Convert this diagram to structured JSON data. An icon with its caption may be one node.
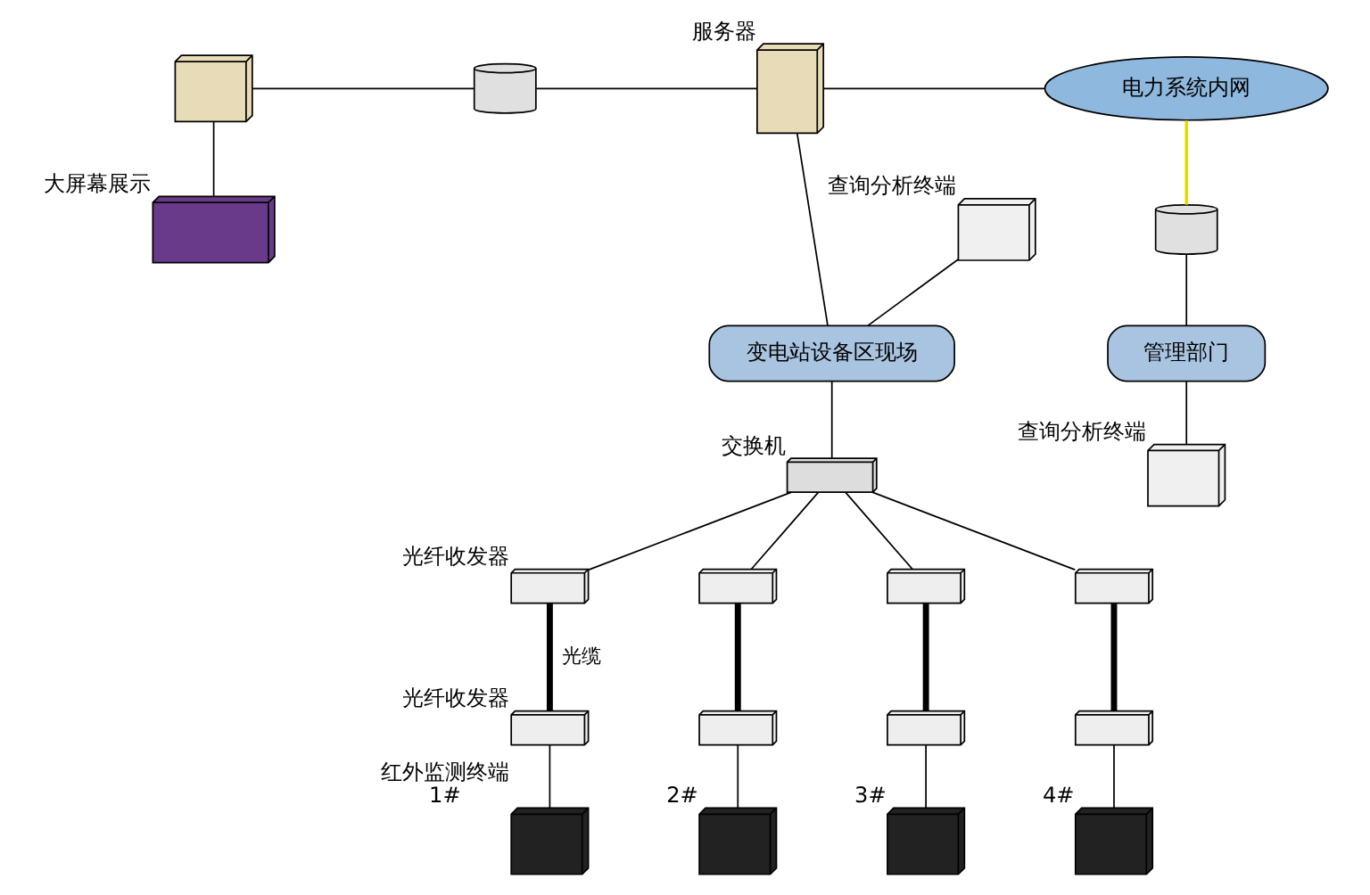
{
  "diagram": {
    "nodes": [
      {
        "text": [],
        "shape": "box"
      },
      {
        "text": [],
        "shape": "box",
        "beside": [
          "大屏幕展示"
        ]
      },
      {
        "text": [],
        "shape": "cylinder"
      },
      {
        "text": [],
        "shape": "box",
        "beside": [
          "服务器"
        ]
      },
      {
        "text": [
          "电力系统内网"
        ]
      },
      {
        "text": [],
        "shape": "box",
        "beside": [
          "查询分析终端"
        ]
      },
      {
        "text": [
          "变电站设备区现场"
        ]
      },
      {
        "text": [],
        "shape": "cylinder"
      },
      {
        "text": [
          "管理部门"
        ]
      },
      {
        "text": [],
        "shape": "box",
        "beside": [
          "查询分析终端"
        ]
      },
      {
        "text": [],
        "shape": "box",
        "beside": [
          "交换机"
        ]
      },
      {
        "text": [],
        "shape": "box",
        "beside": [
          "光纤收发器"
        ]
      },
      {
        "text": [],
        "shape": "box"
      },
      {
        "text": [],
        "shape": "box"
      },
      {
        "text": [],
        "shape": "box"
      },
      {
        "text": [],
        "shape": "box",
        "beside": [
          "光纤收发器"
        ]
      },
      {
        "text": [],
        "shape": "box"
      },
      {
        "text": [],
        "shape": "box"
      },
      {
        "text": [],
        "shape": "box"
      },
      {
        "text": [],
        "shape": "box",
        "beside": [
          "红外监测终端",
          "1#"
        ]
      },
      {
        "text": [],
        "shape": "box",
        "beside": [
          "2#"
        ]
      },
      {
        "text": [],
        "shape": "box",
        "beside": [
          "3#"
        ]
      },
      {
        "text": [],
        "shape": "box",
        "beside": [
          "4#"
        ]
      }
    ],
    "edges": [
      {
        "from": 0,
        "to": 1,
        "arrow": "none"
      },
      {
        "from": 0,
        "to": 2,
        "arrow": "none"
      },
      {
        "from": 2,
        "to": 3,
        "arrow": "none"
      },
      {
        "from": 3,
        "to": 4,
        "arrow": "none"
      },
      {
        "from": 3,
        "to": 6,
        "arrow": "none"
      },
      {
        "from": 5,
        "to": 6,
        "arrow": "none"
      },
      {
        "from": 4,
        "to": 7,
        "arrow": "none",
        "color": "#e6d800"
      },
      {
        "from": 7,
        "to": 8,
        "arrow": "none"
      },
      {
        "from": 8,
        "to": 9,
        "arrow": "none"
      },
      {
        "from": 6,
        "to": 10,
        "arrow": "none"
      },
      {
        "from": 10,
        "to": 11,
        "arrow": "none"
      },
      {
        "from": 10,
        "to": 12,
        "arrow": "none"
      },
      {
        "from": 10,
        "to": 13,
        "arrow": "none"
      },
      {
        "from": 10,
        "to": 14,
        "arrow": "none"
      },
      {
        "from": 11,
        "to": 15,
        "arrow": "none",
        "style": "thick",
        "label": "光缆"
      },
      {
        "from": 12,
        "to": 16,
        "arrow": "none",
        "style": "thick"
      },
      {
        "from": 13,
        "to": 17,
        "arrow": "none",
        "style": "thick"
      },
      {
        "from": 14,
        "to": 18,
        "arrow": "none",
        "style": "thick"
      },
      {
        "from": 15,
        "to": 19,
        "arrow": "none"
      },
      {
        "from": 16,
        "to": 20,
        "arrow": "none"
      },
      {
        "from": 17,
        "to": 21,
        "arrow": "none"
      },
      {
        "from": 18,
        "to": 22,
        "arrow": "none"
      }
    ]
  }
}
